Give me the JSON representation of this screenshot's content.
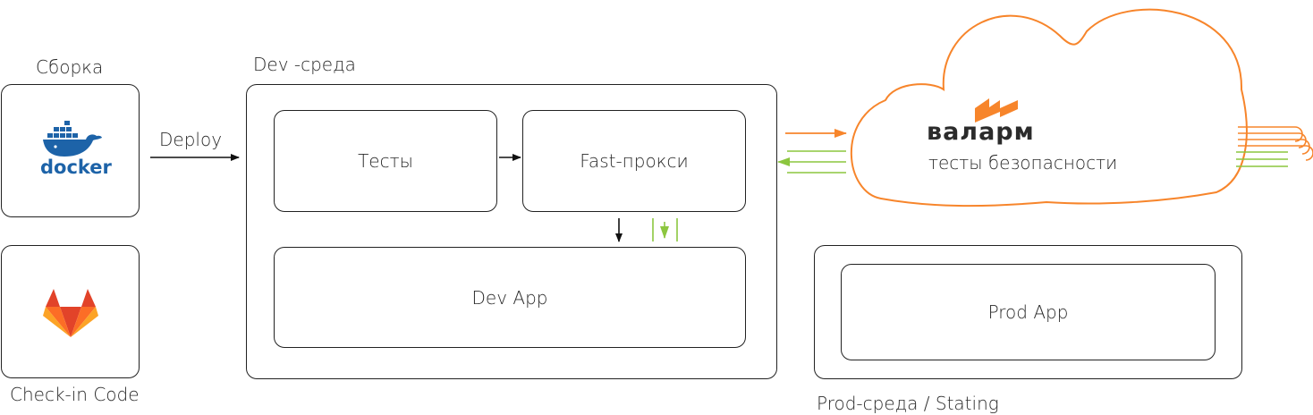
{
  "build": {
    "label": "Сборка",
    "logo_text": "docker"
  },
  "checkin": {
    "label": "Check-in Code"
  },
  "deploy": {
    "label": "Deploy"
  },
  "dev_env": {
    "label": "Dev -среда",
    "tests": "Тесты",
    "proxy": "Fast-прокси",
    "app": "Dev App"
  },
  "prod_env": {
    "label": "Prod-среда / Stating",
    "app": "Prod App"
  },
  "cloud": {
    "brand": "валарм",
    "subtitle": "тесты безопасности"
  },
  "colors": {
    "orange": "#f7852b",
    "green": "#8cc63f",
    "docker_blue": "#1d63a8",
    "dark": "#222222"
  }
}
